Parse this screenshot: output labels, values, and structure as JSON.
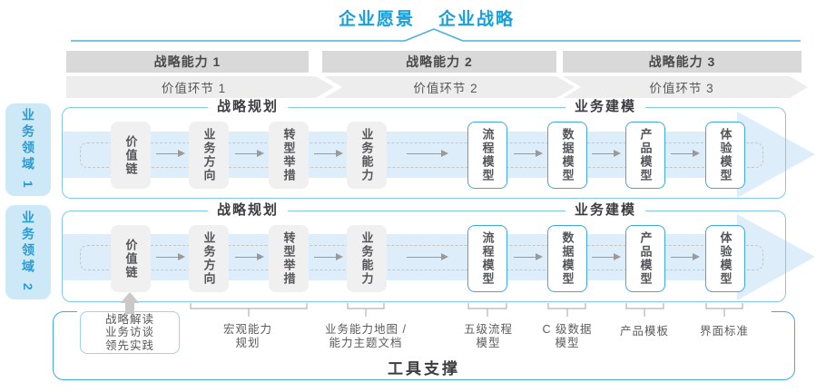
{
  "colors": {
    "accent_blue": "#189fd8",
    "frame_blue": "#41a9db",
    "band_blue": "#ddeefa",
    "bar_gray": "#d9d9d9",
    "chevron_gray": "#ededed"
  },
  "header": {
    "vision": "企业愿景",
    "strategy": "企业战略"
  },
  "capability_bars": [
    "战略能力 1",
    "战略能力 2",
    "战略能力 3"
  ],
  "value_chevrons": [
    "价值环节 1",
    "价值环节 2",
    "价值环节 3"
  ],
  "domains": [
    "业务领域 1",
    "业务领域 2"
  ],
  "row": {
    "planning_header": "战略规划",
    "modeling_header": "业务建模"
  },
  "nodes": {
    "gray": [
      "价值链",
      "业务方向",
      "转型举措",
      "业务能力"
    ],
    "blue": [
      "流程模型",
      "数据模型",
      "产品模型",
      "体验模型"
    ]
  },
  "annotations": {
    "practice_box_lines": [
      "战略解读",
      "业务访谈",
      "领先实践"
    ],
    "macro_lines": [
      "宏观能力",
      "规划"
    ],
    "capmap_lines": [
      "业务能力地图 /",
      "能力主题文档"
    ],
    "process_lines": [
      "五级流程",
      "模型"
    ],
    "data_lines": [
      "C 级数据",
      "模型"
    ],
    "product_template": "产品模板",
    "ui_standard": "界面标准"
  },
  "footer": {
    "label": "工具支撑"
  }
}
